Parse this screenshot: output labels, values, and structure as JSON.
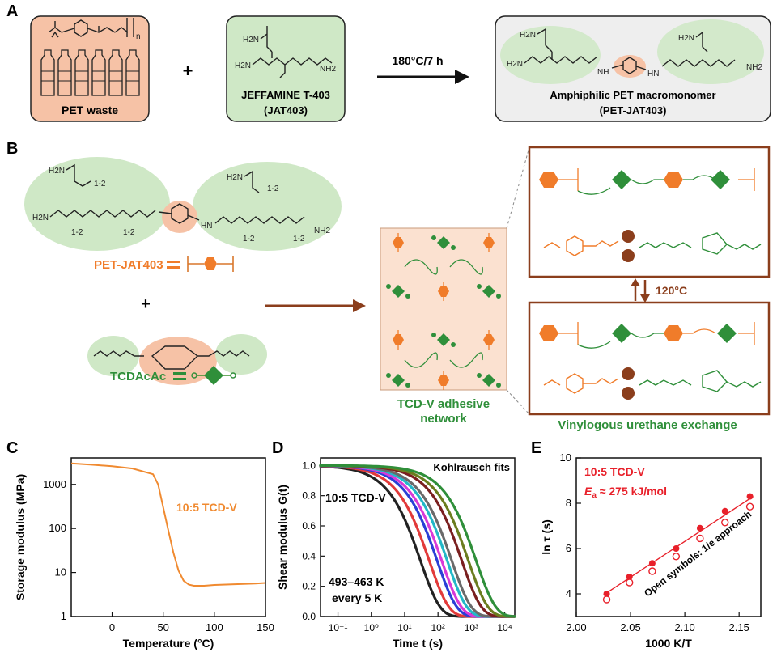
{
  "colors": {
    "pet_fill": "#f6c2a6",
    "jeffamine_fill": "#cfe8c6",
    "product_fill": "#eeeeee",
    "orange": "#f07c2a",
    "green": "#2f8f3a",
    "brown": "#8b3e1c",
    "red": "#e8202a",
    "text_orange": "#f07c2a",
    "text_green": "#2f8f3a"
  },
  "panel_a": {
    "letter": "A",
    "pet_waste": "PET waste",
    "jeffamine": "JEFFAMINE T-403",
    "jeffamine_abbr": "(JAT403)",
    "plus": "+",
    "conditions": "180°C/7 h",
    "product": "Amphiphilic PET macromonomer",
    "product_abbr": "(PET-JAT403)",
    "n": "n"
  },
  "panel_b": {
    "letter": "B",
    "pet_jat_label": "PET-JAT403",
    "plus": "+",
    "tcdacac_label": "TCDAcAc",
    "network_label_1": "TCD-V adhesive",
    "network_label_2": "network",
    "exchange_label": "Vinylogous urethane exchange",
    "temperature": "120°C",
    "repeat_1_2": "1-2",
    "nh2": "NH2",
    "h2n": "H2N",
    "nh": "NH",
    "hn": "HN"
  },
  "panel_c": {
    "letter": "C",
    "chart_data": {
      "type": "line",
      "xlabel": "Temperature (°C)",
      "ylabel": "Storage modulus (MPa)",
      "xlim": [
        -40,
        150
      ],
      "ylim": [
        1,
        4000
      ],
      "yscale": "log",
      "xticks": [
        "0",
        "50",
        "100",
        "150"
      ],
      "yticks": [
        "1",
        "10",
        "100",
        "1000"
      ],
      "series": [
        {
          "name": "10:5 TCD-V",
          "x": [
            -40,
            -20,
            0,
            20,
            40,
            45,
            50,
            55,
            60,
            65,
            70,
            75,
            80,
            90,
            100,
            120,
            140,
            150
          ],
          "y": [
            3000,
            2800,
            2600,
            2300,
            1700,
            1000,
            300,
            90,
            28,
            11,
            6.5,
            5.3,
            5.0,
            5.0,
            5.2,
            5.4,
            5.6,
            5.8
          ]
        }
      ]
    }
  },
  "panel_d": {
    "letter": "D",
    "fits_label": "Kohlrausch fits",
    "sample_label": "10:5 TCD-V",
    "temp_range": "493–463 K",
    "temp_step": "every 5 K",
    "chart_data": {
      "type": "line",
      "xlabel": "Time t (s)",
      "ylabel": "Shear modulus G(t)",
      "xscale": "log",
      "xlim": [
        0.03,
        20000
      ],
      "ylim": [
        0,
        1.05
      ],
      "xticks": [
        "10⁻¹",
        "10⁰",
        "10¹",
        "10²",
        "10³",
        "10⁴"
      ],
      "yticks": [
        "0.0",
        "0.2",
        "0.4",
        "0.6",
        "0.8",
        "1.0"
      ],
      "series": [
        {
          "tau": 30,
          "color": "#222222"
        },
        {
          "tau": 55,
          "color": "#e23a3a"
        },
        {
          "tau": 95,
          "color": "#2a3fd6"
        },
        {
          "tau": 130,
          "color": "#d83ad8"
        },
        {
          "tau": 190,
          "color": "#22b8c8"
        },
        {
          "tau": 260,
          "color": "#6a6a6a"
        },
        {
          "tau": 520,
          "color": "#7a1f1f"
        },
        {
          "tau": 820,
          "color": "#6b7d1f"
        },
        {
          "tau": 1400,
          "color": "#2f8f3a"
        }
      ]
    }
  },
  "panel_e": {
    "letter": "E",
    "sample_label": "10:5 TCD-V",
    "ea_label": "E",
    "ea_sub": "a",
    "ea_value": " ≈ 275 kJ/mol",
    "open_symbols_note": "Open symbols: 1/e approach",
    "chart_data": {
      "type": "scatter",
      "xlabel": "1000 K/T",
      "ylabel": "ln τ (s)",
      "xlim": [
        2.0,
        2.17
      ],
      "ylim": [
        3,
        10
      ],
      "xticks": [
        "2.00",
        "2.05",
        "2.10",
        "2.15"
      ],
      "yticks": [
        "4",
        "6",
        "8",
        "10"
      ],
      "filled": {
        "x": [
          2.028,
          2.049,
          2.07,
          2.092,
          2.114,
          2.137,
          2.16
        ],
        "y": [
          4.0,
          4.75,
          5.35,
          6.0,
          6.9,
          7.65,
          8.3
        ]
      },
      "open": {
        "x": [
          2.028,
          2.049,
          2.07,
          2.092,
          2.114,
          2.137,
          2.16
        ],
        "y": [
          3.75,
          4.5,
          5.0,
          5.65,
          6.45,
          7.15,
          7.85
        ]
      },
      "fit": {
        "x": [
          2.025,
          2.163
        ],
        "y": [
          3.95,
          8.3
        ]
      }
    }
  }
}
